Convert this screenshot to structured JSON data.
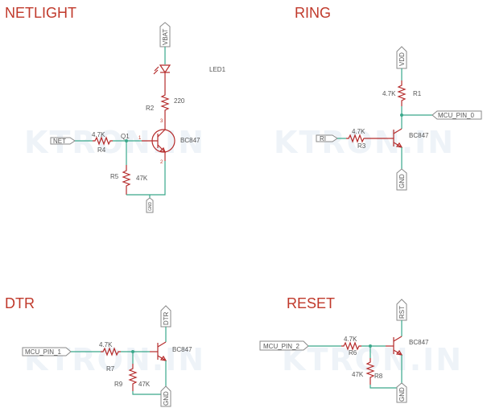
{
  "watermark": "KTRON.IN",
  "colors": {
    "title": "#c0392b",
    "wire": "#3aa88b",
    "component": "#b52b2b",
    "port_outline": "#8a8a8a",
    "label": "#555555"
  },
  "netlight": {
    "title": "NETLIGHT",
    "ports": {
      "vbat": "VBAT",
      "net": "NET",
      "gnd": "GND"
    },
    "led": "LED1",
    "r2": {
      "name": "R2",
      "value": "220"
    },
    "r4": {
      "name": "R4",
      "value": "4.7K"
    },
    "r5": {
      "name": "R5",
      "value": "47K"
    },
    "q1": {
      "name": "Q1",
      "part": "BC847",
      "pins": [
        "1",
        "2",
        "3"
      ]
    }
  },
  "ring": {
    "title": "RING",
    "ports": {
      "vdd": "VDD",
      "mcu": "MCU_PIN_0",
      "ri": "RI",
      "gnd": "GND"
    },
    "r1": {
      "name": "R1",
      "value": "4.7K"
    },
    "r3": {
      "name": "R3",
      "value": "4.7K"
    },
    "q": {
      "part": "BC847"
    }
  },
  "dtr": {
    "title": "DTR",
    "ports": {
      "dtr": "DTR",
      "mcu": "MCU_PIN_1",
      "gnd": "GND"
    },
    "r7": {
      "name": "R7",
      "value": "4.7K"
    },
    "r9": {
      "name": "R9",
      "value": "47K"
    },
    "q": {
      "part": "BC847"
    }
  },
  "reset": {
    "title": "RESET",
    "ports": {
      "rst": "RST",
      "mcu": "MCU_PIN_2",
      "gnd": "GND"
    },
    "r6": {
      "name": "R6",
      "value": "4.7K"
    },
    "r8": {
      "name": "R8",
      "value": "47K"
    },
    "q": {
      "part": "BC847"
    }
  }
}
